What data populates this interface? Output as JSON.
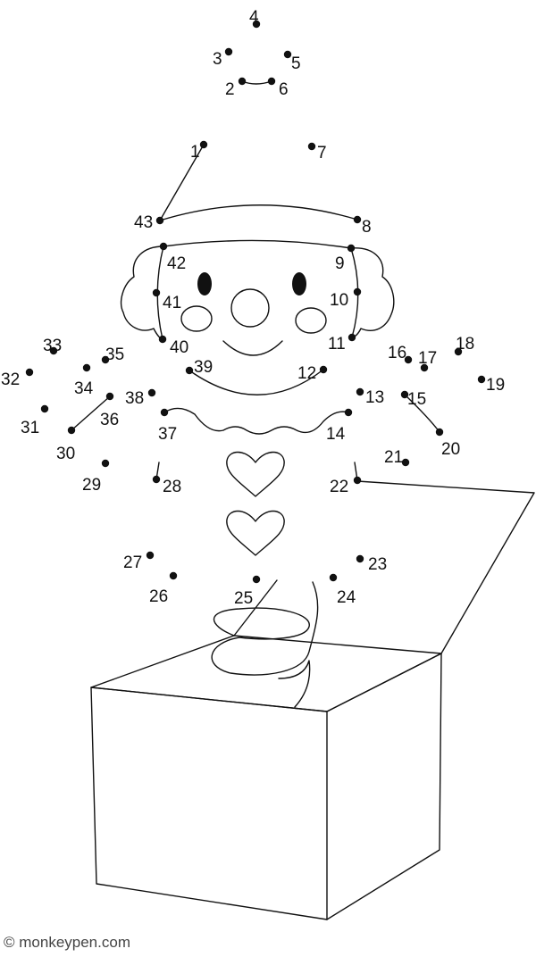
{
  "credit": "© monkeypen.com",
  "dots": [
    {
      "n": "1"
    },
    {
      "n": "2"
    },
    {
      "n": "3"
    },
    {
      "n": "4"
    },
    {
      "n": "5"
    },
    {
      "n": "6"
    },
    {
      "n": "7"
    },
    {
      "n": "8"
    },
    {
      "n": "9"
    },
    {
      "n": "10"
    },
    {
      "n": "11"
    },
    {
      "n": "12"
    },
    {
      "n": "13"
    },
    {
      "n": "14"
    },
    {
      "n": "15"
    },
    {
      "n": "16"
    },
    {
      "n": "17"
    },
    {
      "n": "18"
    },
    {
      "n": "19"
    },
    {
      "n": "20"
    },
    {
      "n": "21"
    },
    {
      "n": "22"
    },
    {
      "n": "23"
    },
    {
      "n": "24"
    },
    {
      "n": "25"
    },
    {
      "n": "26"
    },
    {
      "n": "27"
    },
    {
      "n": "28"
    },
    {
      "n": "29"
    },
    {
      "n": "30"
    },
    {
      "n": "31"
    },
    {
      "n": "32"
    },
    {
      "n": "33"
    },
    {
      "n": "34"
    },
    {
      "n": "35"
    },
    {
      "n": "36"
    },
    {
      "n": "37"
    },
    {
      "n": "38"
    },
    {
      "n": "39"
    },
    {
      "n": "40"
    },
    {
      "n": "41"
    },
    {
      "n": "42"
    },
    {
      "n": "43"
    }
  ]
}
